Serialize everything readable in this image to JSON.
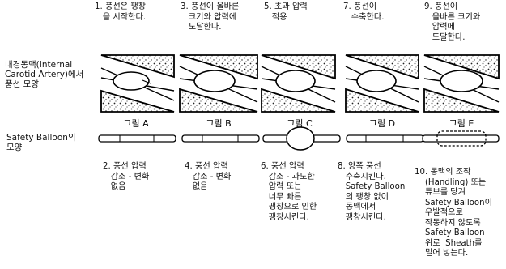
{
  "left_labels": {
    "ica": "내경동맥(Internal\nCarotid Artery)에서\n풍선 모양",
    "safety": "Safety Balloon의\n모양"
  },
  "figure_labels": [
    "그림  A",
    "그림  B",
    "그림  C",
    "그림  D",
    "그림  E"
  ],
  "steps_top": [
    "1. 풍선은 팽창\n   을 시작한다.",
    "3. 풍선이 올바른\n   크기와 압력에\n   도달한다.",
    "5. 초과 압력\n   적용",
    "7. 풍선이\n   수축한다.",
    "9. 풍선이\n   올바른 크기와\n   압력에\n   도달한다."
  ],
  "steps_bottom": [
    "2. 풍선 압력\n   감소 - 변화\n   없음",
    "4. 풍선 압력\n   감소 - 변화\n   없음",
    "6. 풍선 압력\n   감소 - 과도한\n   압력 또는\n   너무 빠른\n   팽창으로 인한\n   팽창시킨다.",
    "8. 양쪽 풍선\n   수축시킨다.\n   Safety Balloon\n   의 팽창 없이\n   동맥에서\n   팽창시킨다.",
    "10. 동맥의 조작\n    (Handling) 또는\n    튜브를 당겨\n    Safety Balloon이\n    우발적으로\n    작동하지 않도록\n    Safety Balloon\n    위로  Sheath를\n    밀어 넣는다."
  ]
}
